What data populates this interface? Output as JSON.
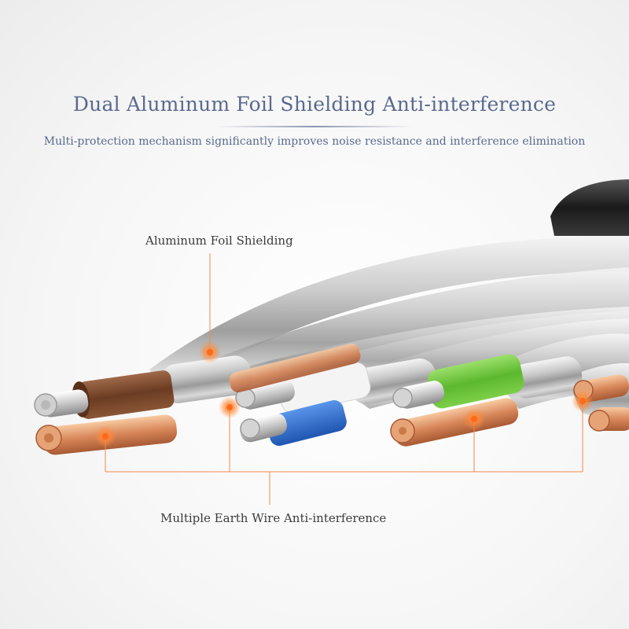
{
  "header": {
    "title": "Dual Aluminum Foil Shielding Anti-interference",
    "subtitle": "Multi-protection mechanism significantly improves noise resistance and interference elimination"
  },
  "callouts": {
    "foil_label": "Aluminum Foil Shielding",
    "earth_label": "Multiple Earth Wire Anti-interference"
  },
  "colors": {
    "title": "#5a6a8e",
    "accent": "#f07a2a",
    "pair_brown": "#7a4a2c",
    "pair_white": "#f4f4f4",
    "pair_green": "#6cc23a",
    "pair_blue": "#2f6fd0",
    "jacket": "#222222"
  }
}
